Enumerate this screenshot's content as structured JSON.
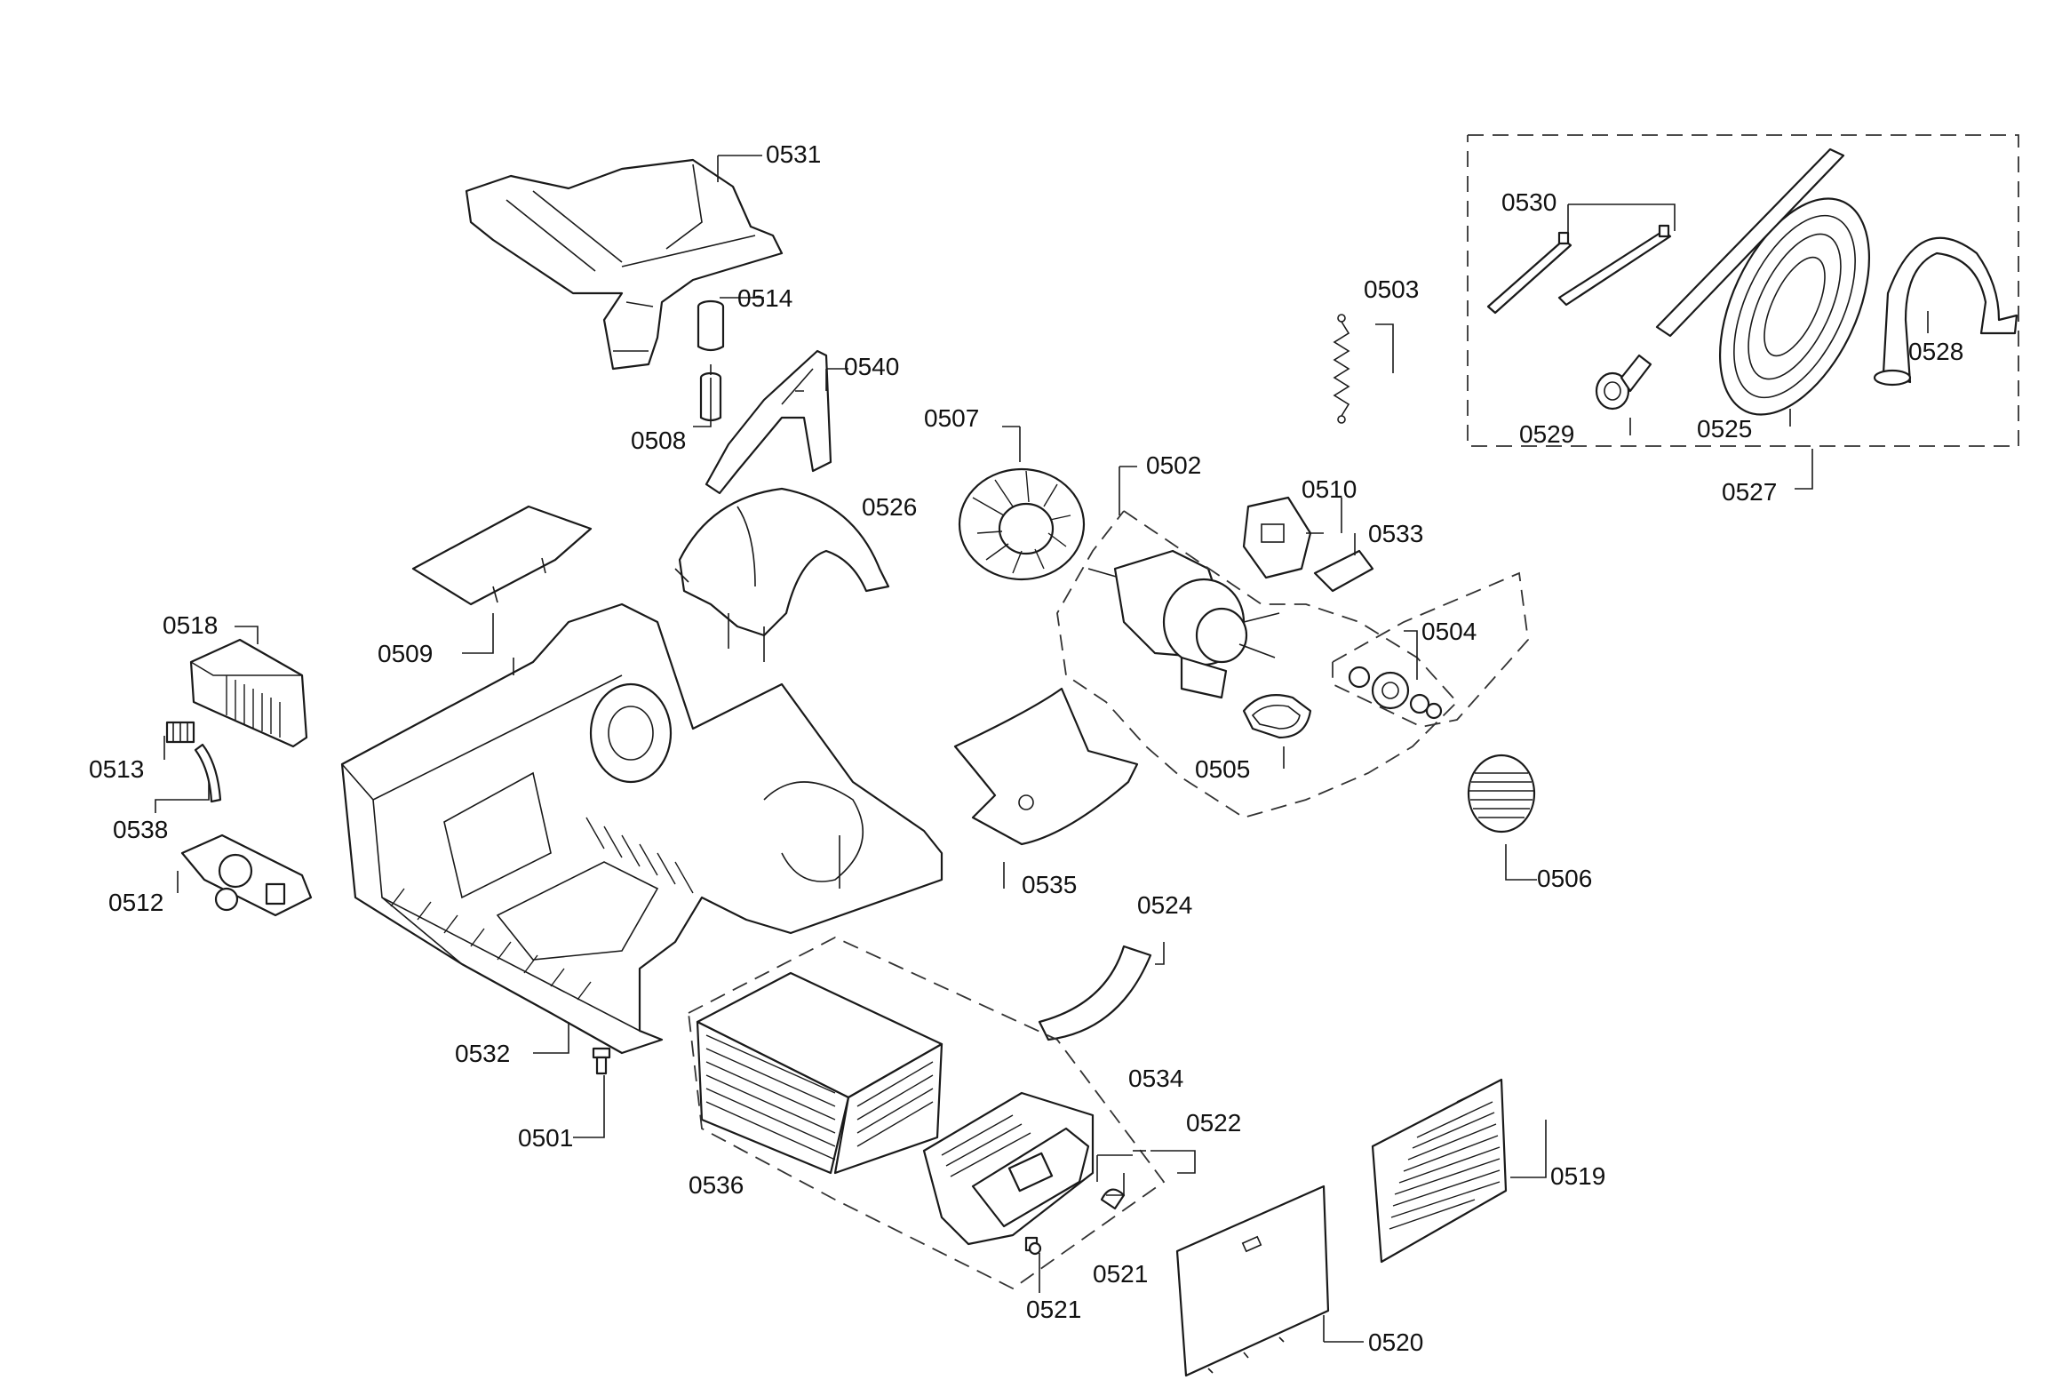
{
  "callouts": {
    "c0501": "0501",
    "c0502": "0502",
    "c0503": "0503",
    "c0504": "0504",
    "c0505": "0505",
    "c0506": "0506",
    "c0507": "0507",
    "c0508": "0508",
    "c0509": "0509",
    "c0510": "0510",
    "c0512": "0512",
    "c0513": "0513",
    "c0514": "0514",
    "c0518": "0518",
    "c0519": "0519",
    "c0520": "0520",
    "c0521a": "0521",
    "c0521b": "0521",
    "c0522": "0522",
    "c0524": "0524",
    "c0525": "0525",
    "c0526": "0526",
    "c0527": "0527",
    "c0528": "0528",
    "c0529": "0529",
    "c0530": "0530",
    "c0531": "0531",
    "c0532": "0532",
    "c0533": "0533",
    "c0534": "0534",
    "c0535": "0535",
    "c0536": "0536",
    "c0538": "0538",
    "c0540": "0540"
  }
}
